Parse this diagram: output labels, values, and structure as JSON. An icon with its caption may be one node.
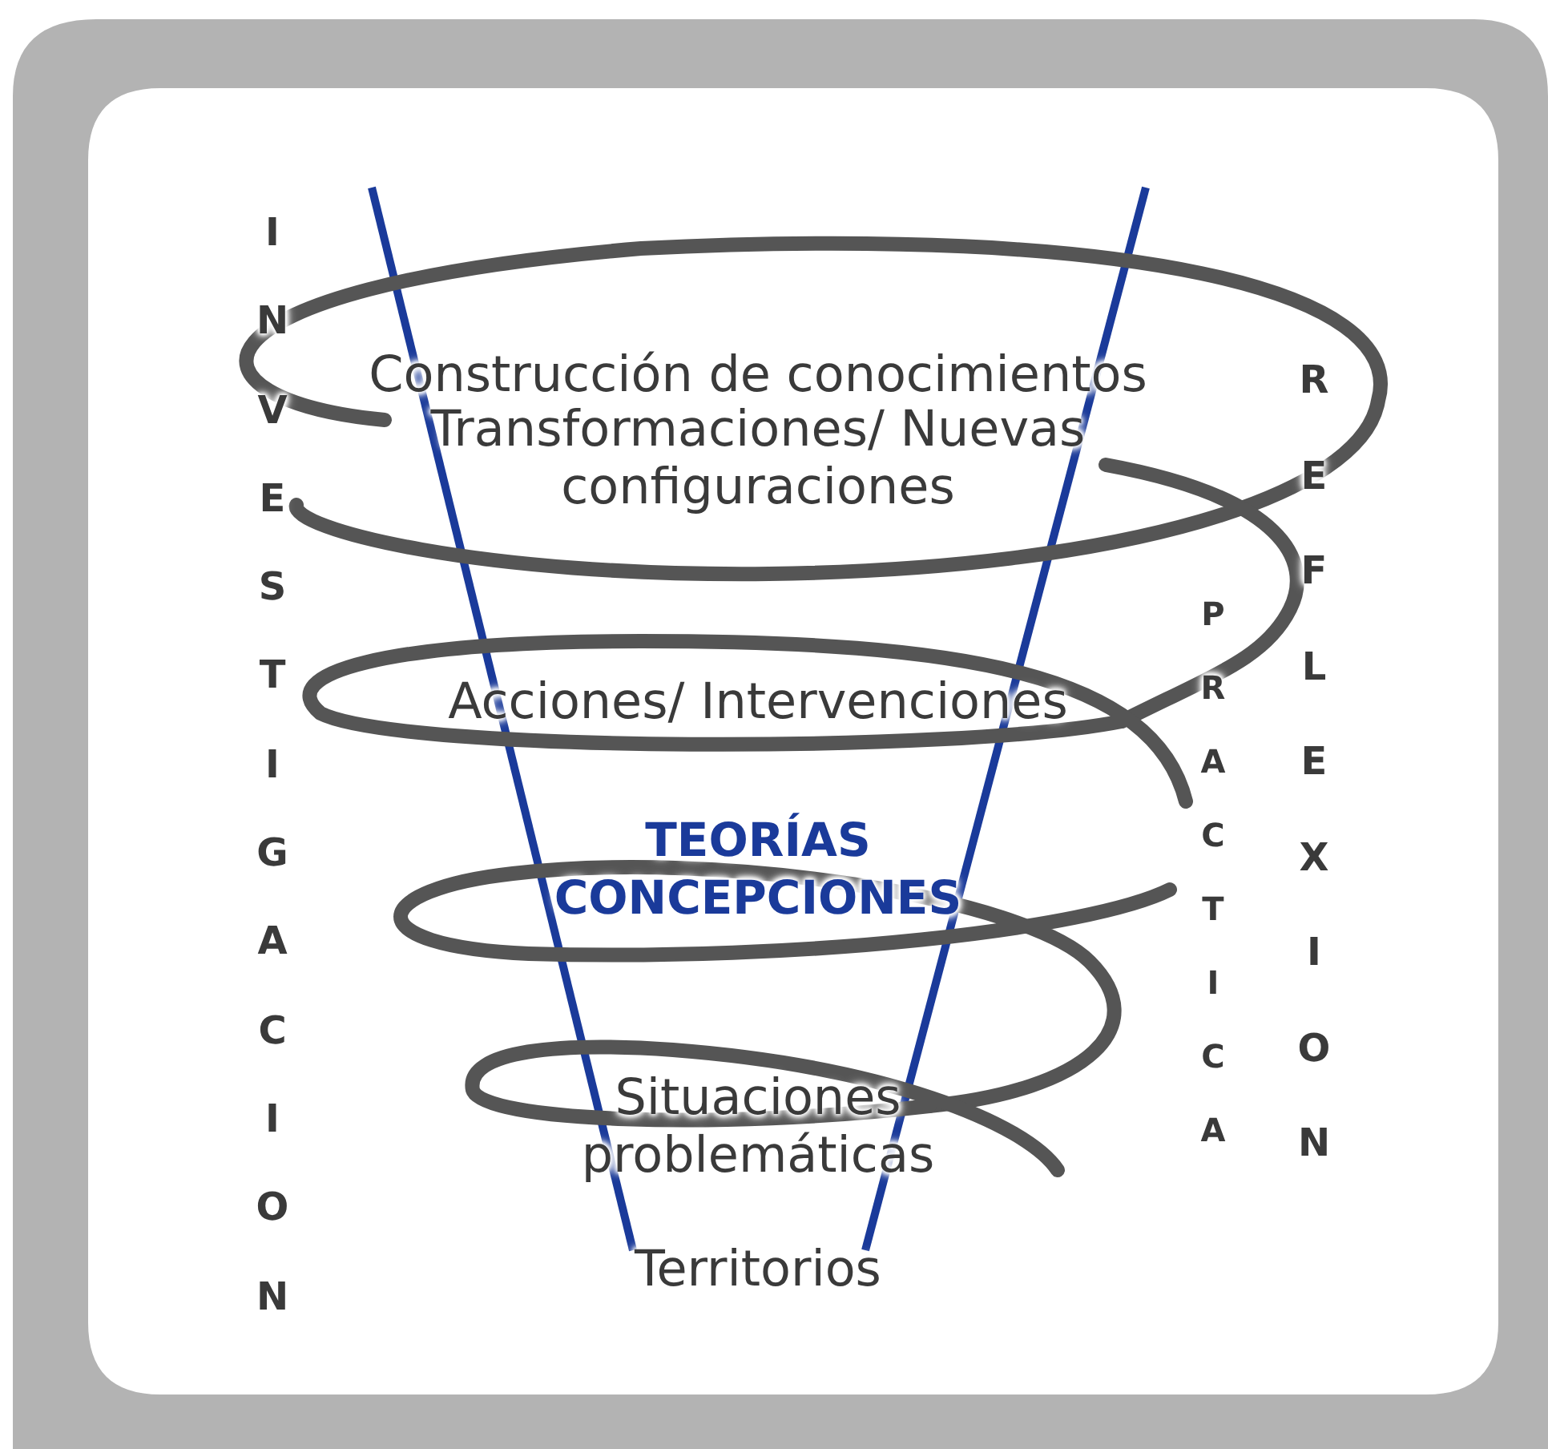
{
  "diagram": {
    "labels": [
      "INVESTIGACION",
      "Construcción de conocimientos",
      "Transformaciones/ Nuevas configuraciones",
      "REFLEXION",
      "PRACTICA",
      "Acciones/ Intervenciones",
      "TEORÍAS CONCEPCIONES",
      "Situaciones problemáticas",
      "Territorios"
    ]
  }
}
